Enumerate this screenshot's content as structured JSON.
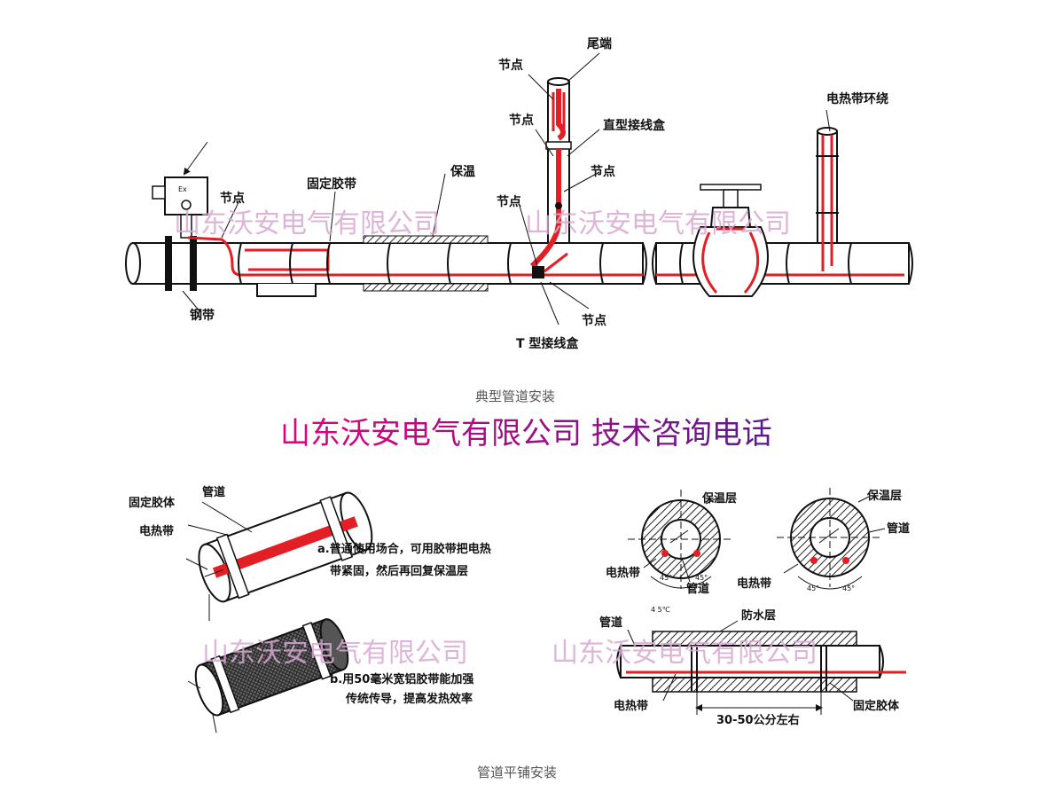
{
  "top_diagram": {
    "labels": {
      "node_1": "节点",
      "tail_end": "尾端",
      "node_2": "节点",
      "straight_box": "直型接线盒",
      "node_3": "节点",
      "heat_loop": "电热带环绕",
      "fix_tape": "固定胶带",
      "insulation": "保温",
      "node_4": "节点",
      "node_5": "节点",
      "ex_mark": "Ex",
      "steel_band": "钢带",
      "node_6": "节点",
      "t_box": "T 型接线盒"
    },
    "caption": "典型管道安装"
  },
  "banner": "山东沃安电气有限公司 技术咨询电话",
  "watermarks": [
    "山东沃安电气有限公司",
    "山东沃安电气有限公司",
    "山东沃安电气有限公司",
    "山东沃安电气有限公司"
  ],
  "bottom_left": {
    "fix_body": "固定胶体",
    "pipe": "管道",
    "heat_band": "电热带",
    "note_a_1": "a.普通使用场合，可用胶带把电热",
    "note_a_2": "带紧固，然后再回复保温层",
    "note_b_1": "b.用50毫米宽铝胶带能加强",
    "note_b_2": "传统传导，提高发热效率"
  },
  "bottom_right": {
    "insul_layer_1": "保温层",
    "insul_layer_2": "保温层",
    "pipe_1": "管道",
    "pipe_2": "管道",
    "heat_band_1": "电热带",
    "heat_band_2": "电热带",
    "angle_1": "45°",
    "angle_2": "45°",
    "angle_3": "45°",
    "angle_4": "45°",
    "angle_caption": "4 5℃",
    "pipe_3": "管道",
    "waterproof": "防水层",
    "heat_band_3": "电热带",
    "fix_body": "固定胶体",
    "spacing": "30-50公分左右"
  },
  "bottom_caption": "管道平铺安装",
  "colors": {
    "heat_band": "#e31e24",
    "banner_start": "#e4007f",
    "banner_end": "#5a1c8c",
    "watermark": "#d9a9d3"
  }
}
